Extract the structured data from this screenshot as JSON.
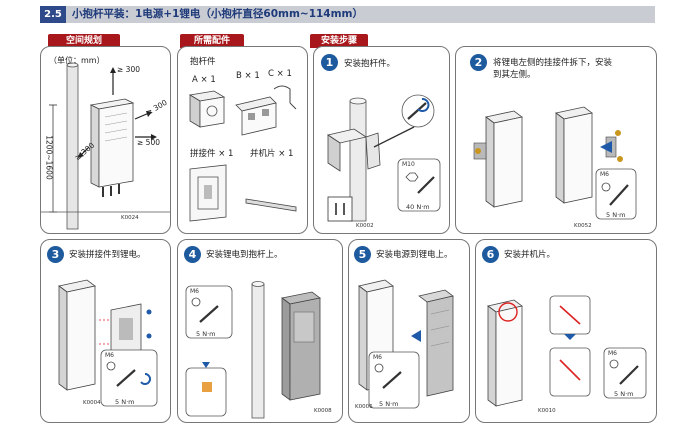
{
  "header": {
    "section_number": "2.5",
    "title": "小抱杆平装：1电源+1锂电（小抱杆直径60mm~114mm）"
  },
  "tabs": {
    "space": "空间规划",
    "parts": "所需配件",
    "steps": "安装步骤"
  },
  "space_panel": {
    "unit": "（单位：mm）",
    "dim_top": "≥ 300",
    "dim_right_top": "≥ 300",
    "dim_right": "≥ 500",
    "dim_left": "≥ 300",
    "dim_height": "1200~1600",
    "code": "K0024"
  },
  "parts_panel": {
    "clamp": "抱杆件",
    "a": "A × 1",
    "b": "B × 1",
    "c": "C × 1",
    "splice": "拼接件 × 1",
    "strip": "并机片 × 1"
  },
  "steps": [
    {
      "num": "1",
      "text": "安装抱杆件。",
      "tool": "M10",
      "torque": "40 N·m",
      "code": "K0002"
    },
    {
      "num": "2",
      "text": "将锂电左侧的挂接件拆下，安装",
      "text2": "到其左侧。",
      "tool": "M6",
      "torque": "5 N·m",
      "code": "K0052"
    },
    {
      "num": "3",
      "text": "安装拼接件到锂电。",
      "tool": "M6",
      "torque": "5 N·m",
      "code": "K0004"
    },
    {
      "num": "4",
      "text": "安装锂电到抱杆上。",
      "tool": "M6",
      "torque": "5 N·m",
      "code": "K0008"
    },
    {
      "num": "5",
      "text": "安装电源到锂电上。",
      "tool": "M6",
      "torque": "5 N·m",
      "code": "K0006"
    },
    {
      "num": "6",
      "text": "安装并机片。",
      "tool": "M6",
      "torque": "5 N·m",
      "code": "K0010"
    }
  ],
  "colors": {
    "title_bar": "#c9ccd3",
    "section_badge": "#2f4a8a",
    "tab_red": "#a8171b",
    "step_blue": "#1e5a9e",
    "rotate_blue": "#1e5aa8"
  }
}
